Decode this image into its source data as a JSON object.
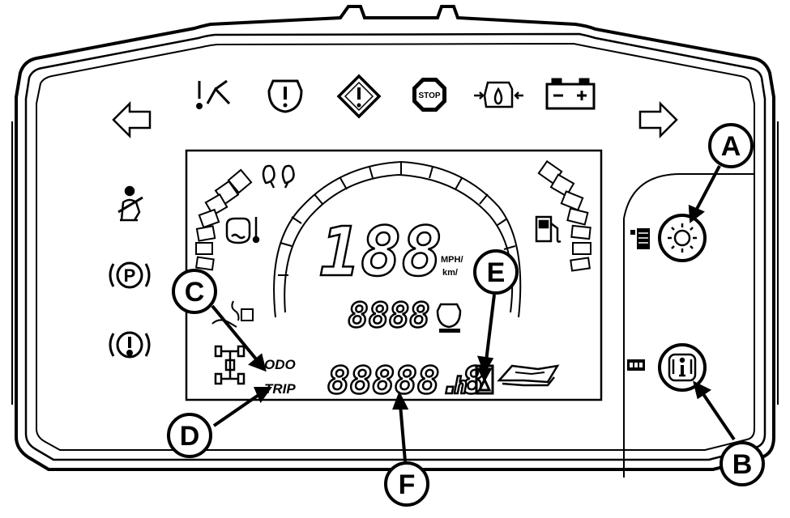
{
  "callouts": {
    "a": "A",
    "b": "B",
    "c": "C",
    "d": "D",
    "e": "E",
    "f": "F"
  },
  "display": {
    "speed_digits": "188",
    "speed_unit_top": "MPH/",
    "speed_unit_bottom": "km/",
    "rpm_digits": "8888",
    "odometer_digits": "88888.8",
    "odometer_suffix": "h",
    "odo_label": "ODO",
    "trip_label": "TRIP"
  },
  "telltales": {
    "stop_text": "STOP"
  },
  "icons": [
    "left-turn-arrow-icon",
    "warning-wrench-icon",
    "engine-malfunction-icon",
    "caution-diamond-icon",
    "stop-icon",
    "oil-pressure-icon",
    "battery-icon",
    "right-turn-arrow-icon",
    "seatbelt-icon",
    "parking-brake-icon",
    "brake-warning-icon",
    "glow-plug-icon",
    "coolant-temperature-icon",
    "fuel-pump-icon",
    "dpf-icon",
    "four-wheel-drive-icon",
    "hourglass-icon",
    "manual-book-icon",
    "service-engine-icon",
    "brightness-icon",
    "info-icon",
    "menu-page-icon",
    "multi-display-icon"
  ]
}
